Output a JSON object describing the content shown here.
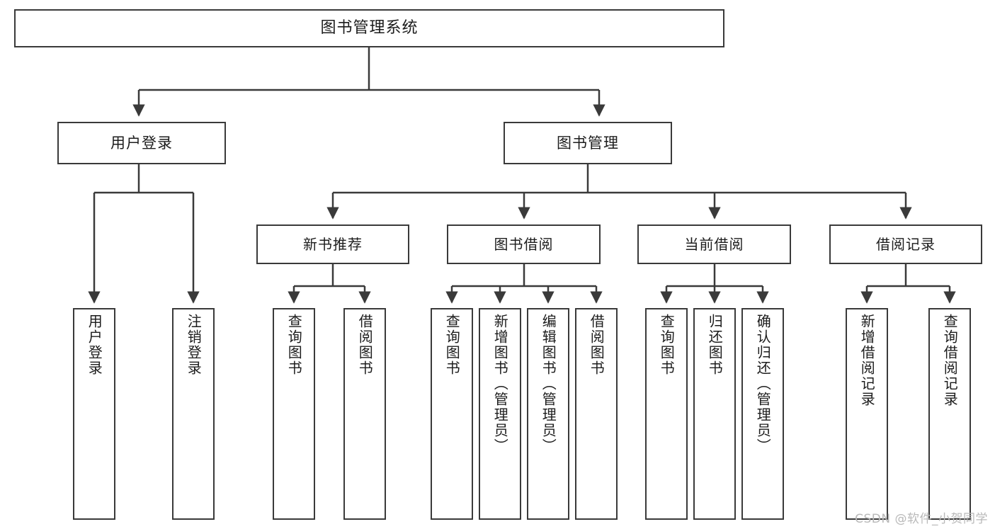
{
  "diagram": {
    "type": "tree-hierarchy",
    "title": "图书管理系统",
    "orientation": "top-down",
    "colors": {
      "box_border": "#3a3a3a",
      "box_fill": "#ffffff",
      "connector": "#3a3a3a",
      "text": "#1c1c1c",
      "watermark": "#b9b9b9",
      "background": "#ffffff"
    },
    "root": {
      "id": "root",
      "label": "图书管理系统"
    },
    "level2": [
      {
        "id": "user-login",
        "label": "用户登录"
      },
      {
        "id": "book-manage",
        "label": "图书管理"
      }
    ],
    "level3": [
      {
        "id": "new-book-recommend",
        "label": "新书推荐",
        "parent": "book-manage"
      },
      {
        "id": "book-borrow",
        "label": "图书借阅",
        "parent": "book-manage"
      },
      {
        "id": "current-borrow",
        "label": "当前借阅",
        "parent": "book-manage"
      },
      {
        "id": "borrow-record",
        "label": "借阅记录",
        "parent": "book-manage"
      }
    ],
    "leaves": [
      {
        "id": "leaf-user-login",
        "label": "用户登录",
        "parent": "user-login"
      },
      {
        "id": "leaf-user-logout",
        "label": "注销登录",
        "parent": "user-login"
      },
      {
        "id": "leaf-query-book-1",
        "label": "查询图书",
        "parent": "new-book-recommend"
      },
      {
        "id": "leaf-borrow-book-1",
        "label": "借阅图书",
        "parent": "new-book-recommend"
      },
      {
        "id": "leaf-query-book-2",
        "label": "查询图书",
        "parent": "book-borrow"
      },
      {
        "id": "leaf-add-book",
        "label": "新增图书（管理员）",
        "parent": "book-borrow"
      },
      {
        "id": "leaf-edit-book",
        "label": "编辑图书（管理员）",
        "parent": "book-borrow"
      },
      {
        "id": "leaf-borrow-book-2",
        "label": "借阅图书",
        "parent": "book-borrow"
      },
      {
        "id": "leaf-query-book-3",
        "label": "查询图书",
        "parent": "current-borrow"
      },
      {
        "id": "leaf-return-book",
        "label": "归还图书",
        "parent": "current-borrow"
      },
      {
        "id": "leaf-confirm-return",
        "label": "确认归还（管理员）",
        "parent": "current-borrow"
      },
      {
        "id": "leaf-add-record",
        "label": "新增借阅记录",
        "parent": "borrow-record"
      },
      {
        "id": "leaf-query-record",
        "label": "查询借阅记录",
        "parent": "borrow-record"
      }
    ]
  },
  "watermark": {
    "text": "CSDN @软件_小贺同学"
  }
}
